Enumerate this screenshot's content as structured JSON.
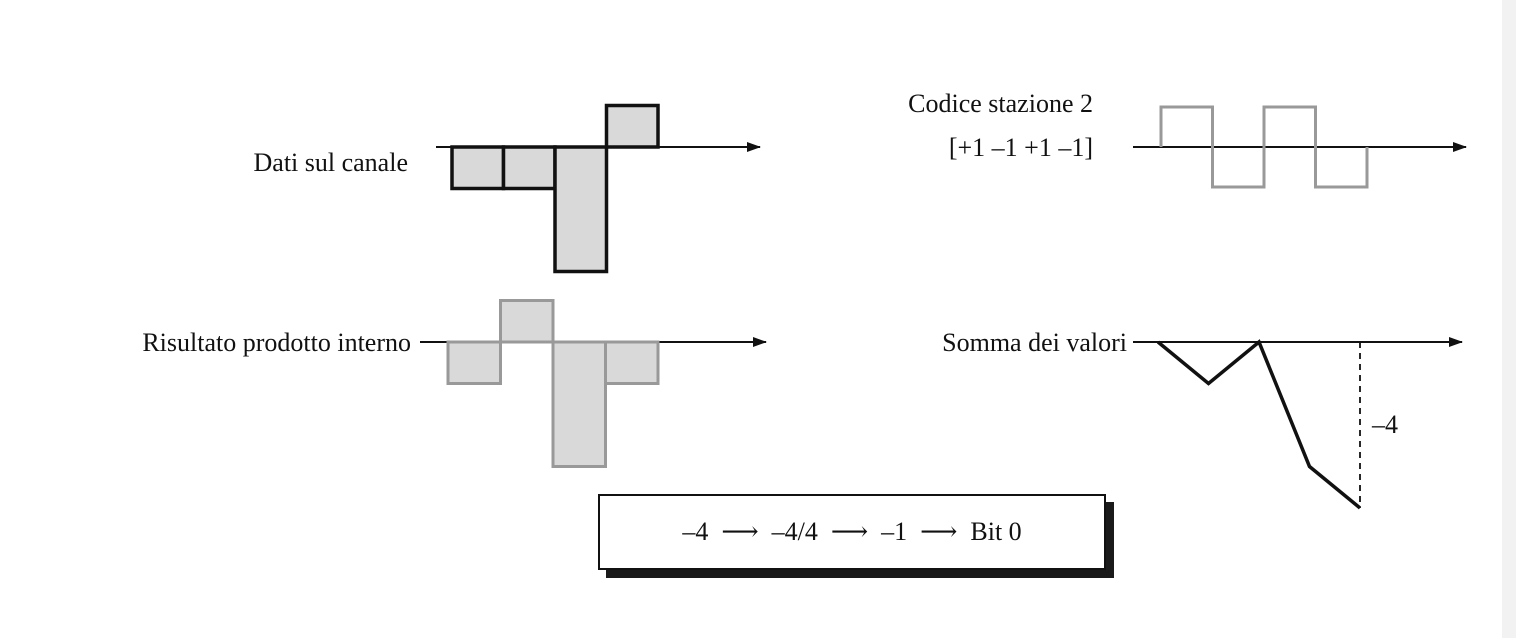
{
  "diagram": {
    "channel_label": "Dati sul canale",
    "channel_values": [
      -1,
      -1,
      -3,
      1
    ],
    "code_label_line1": "Codice stazione 2",
    "code_label_line2": "[+1  –1   +1  –1]",
    "code_values": [
      1,
      -1,
      1,
      -1
    ],
    "product_label": "Risultato prodotto interno",
    "product_values": [
      -1,
      1,
      -3,
      -1
    ],
    "sum_label": "Somma dei valori",
    "sum_values": [
      0,
      -1,
      0,
      -3,
      -4
    ],
    "sum_annotation": "–4",
    "result_chain": "–4  ⟶  –4/4  ⟶  –1  ⟶  Bit 0",
    "colors": {
      "bar_fill": "#d9d9d9",
      "dark_stroke": "#111111",
      "gray_stroke": "#999999"
    }
  }
}
